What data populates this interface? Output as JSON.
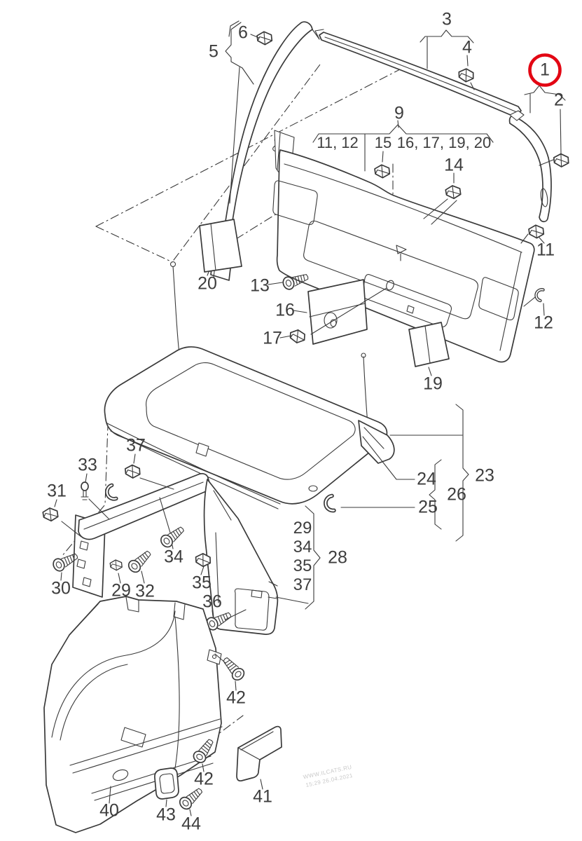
{
  "figure": {
    "type": "exploded-parts-diagram",
    "highlighted_callout": "1"
  },
  "colors": {
    "line": "#3a3a3a",
    "label": "#3d3d3d",
    "highlight_red": "#e30613",
    "watermark_gray": "#c9c9c9",
    "background": "#ffffff"
  },
  "callouts": {
    "n1": "1",
    "n2": "2",
    "n3": "3",
    "n4": "4",
    "n5": "5",
    "n6": "6",
    "n9": "9",
    "group_11_12": "11, 12",
    "n15": "15",
    "group_16_20": "16, 17, 19, 20",
    "n11": "11",
    "n12": "12",
    "n13": "13",
    "n14": "14",
    "n16": "16",
    "n17": "17",
    "n19": "19",
    "n20": "20",
    "n23": "23",
    "n24": "24",
    "n25": "25",
    "n26": "26",
    "n28": "28",
    "n29": "29",
    "n30": "30",
    "n31": "31",
    "n32": "32",
    "n33": "33",
    "n34": "34",
    "n35": "35",
    "n36": "36",
    "n37": "37",
    "n40": "40",
    "n41": "41",
    "n42": "42",
    "n43": "43",
    "n44": "44"
  },
  "group28_stack": [
    "29",
    "34",
    "35",
    "37"
  ],
  "watermark": {
    "line1": "WWW.ILCATS.RU",
    "line2": "15:29 26.04.2021"
  }
}
